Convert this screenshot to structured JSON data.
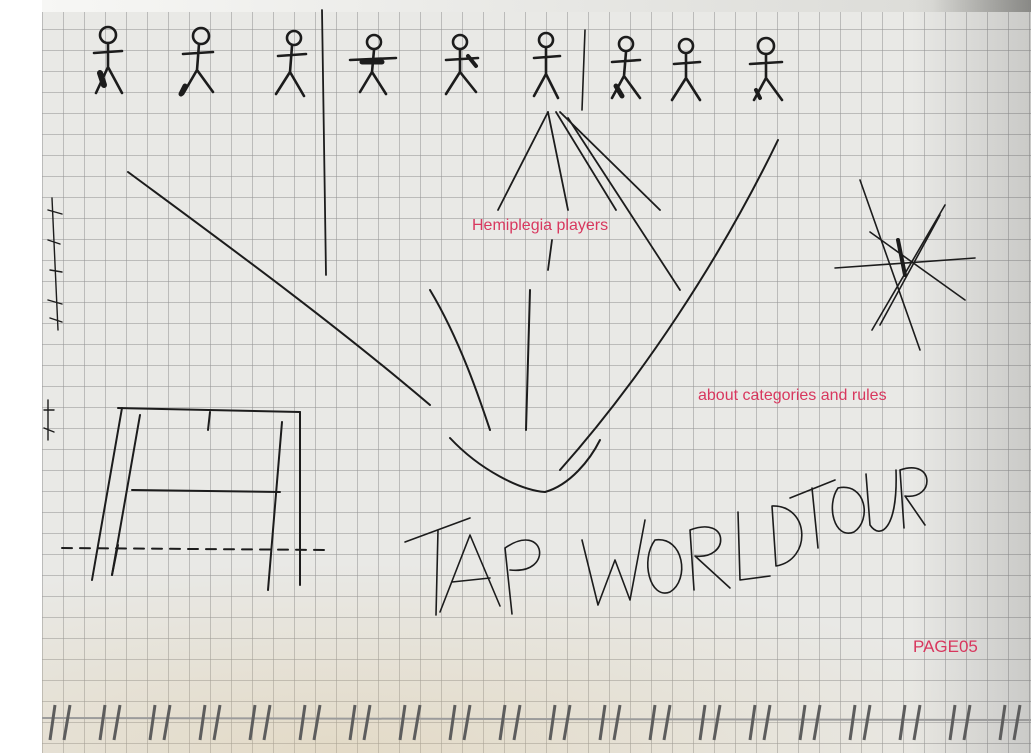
{
  "annotations": {
    "players_label": "Hemiplegia players",
    "categories_label": "about categories and rules",
    "page_label": "PAGE05"
  },
  "handwriting": {
    "title": "TAP WORLD TOUR"
  },
  "colors": {
    "ink": "#1c1c1c",
    "annotation": "#d8375e",
    "paper": "#e9e9e6",
    "grid": "#969696"
  },
  "figures": {
    "stick_figure_count": 9
  }
}
